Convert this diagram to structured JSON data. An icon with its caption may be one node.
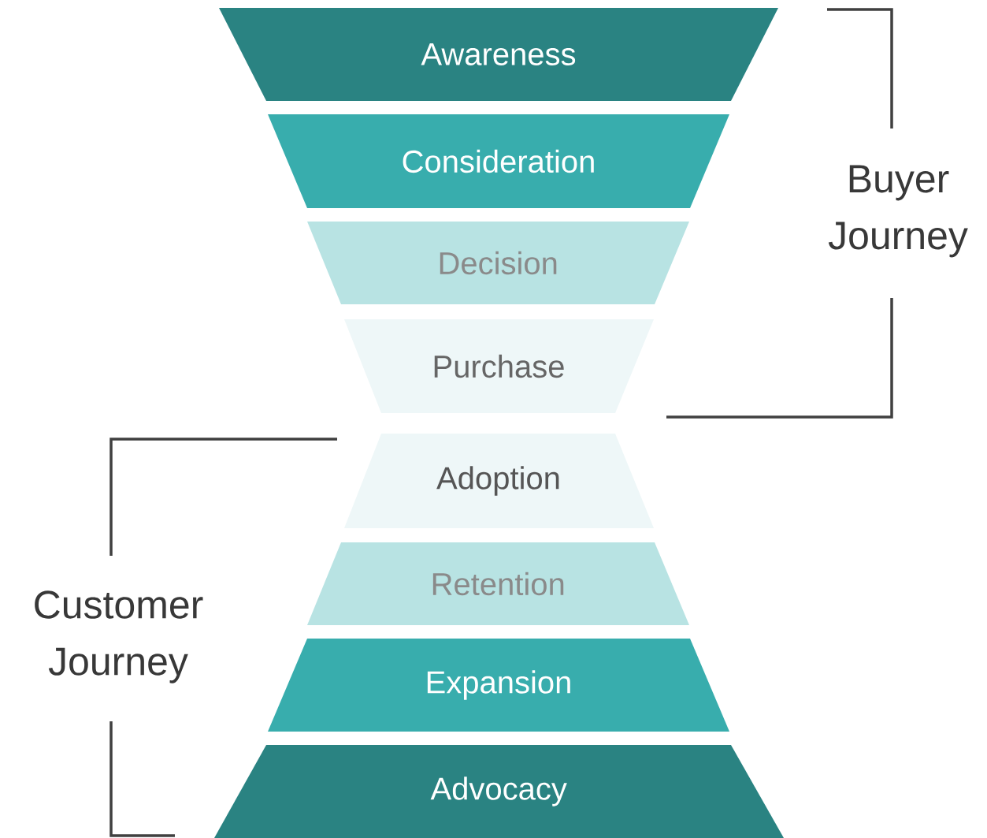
{
  "diagram": {
    "nodes": [
      {
        "text": [
          "Awareness"
        ]
      },
      {
        "text": [
          "Consideration"
        ]
      },
      {
        "text": [
          "Decision"
        ]
      },
      {
        "text": [
          "Purchase"
        ]
      },
      {
        "text": [
          "Adoption"
        ]
      },
      {
        "text": [
          "Retention"
        ]
      },
      {
        "text": [
          "Expansion"
        ]
      },
      {
        "text": [
          "Advocacy"
        ]
      }
    ],
    "labels": [
      "Buyer Journey",
      "Customer Journey"
    ]
  }
}
